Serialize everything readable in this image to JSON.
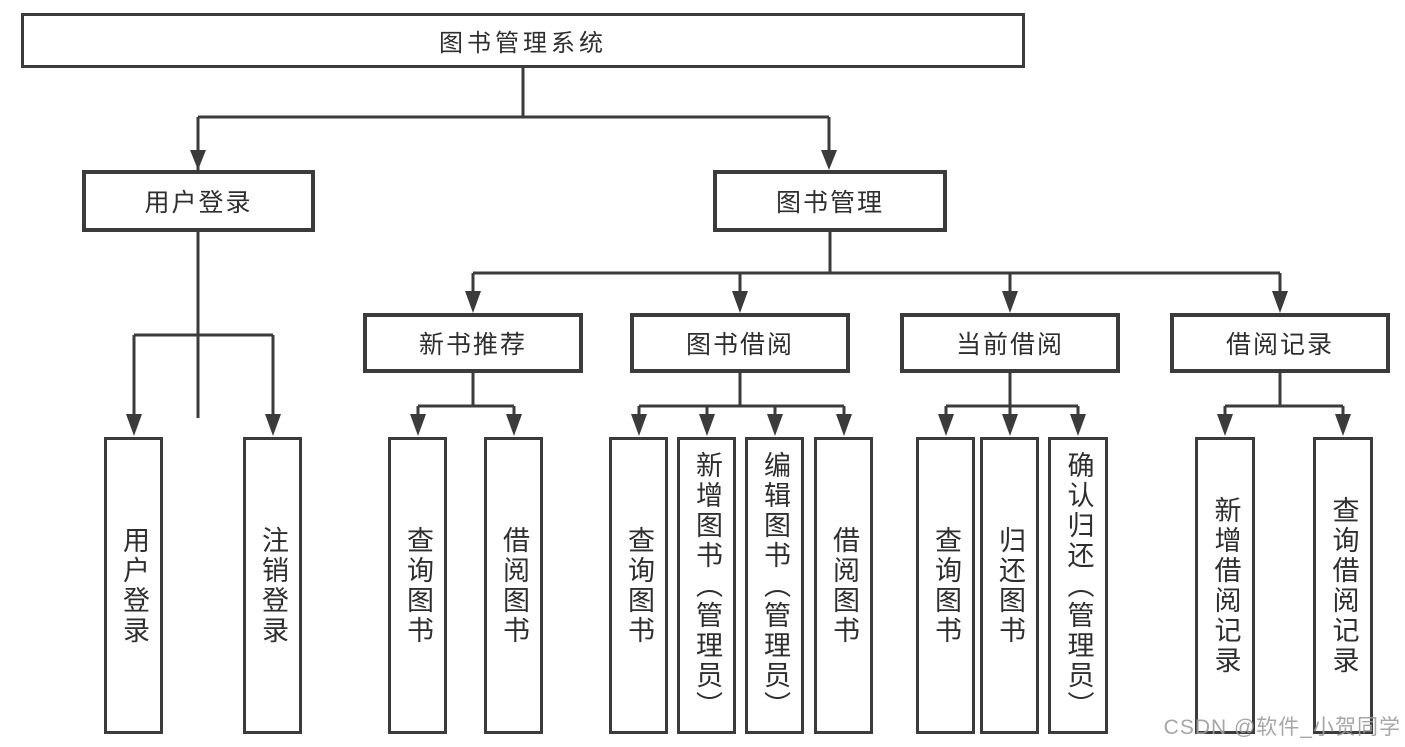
{
  "diagram_title": "图书管理系统",
  "tree": {
    "label": "图书管理系统",
    "children": [
      {
        "label": "用户登录",
        "children": [
          {
            "label": "用户登录"
          },
          {
            "label": "注销登录"
          }
        ]
      },
      {
        "label": "图书管理",
        "children": [
          {
            "label": "新书推荐",
            "children": [
              {
                "label": "查询图书"
              },
              {
                "label": "借阅图书"
              }
            ]
          },
          {
            "label": "图书借阅",
            "children": [
              {
                "label": "查询图书"
              },
              {
                "label": "新增图书（管理员）"
              },
              {
                "label": "编辑图书（管理员）"
              },
              {
                "label": "借阅图书"
              }
            ]
          },
          {
            "label": "当前借阅",
            "children": [
              {
                "label": "查询图书"
              },
              {
                "label": "归还图书"
              },
              {
                "label": "确认归还（管理员）"
              }
            ]
          },
          {
            "label": "借阅记录",
            "children": [
              {
                "label": "新增借阅记录"
              },
              {
                "label": "查询借阅记录"
              }
            ]
          }
        ]
      }
    ]
  },
  "watermark": "CSDN @软件_小贺同学",
  "colors": {
    "line": "#3b3b3b",
    "text": "#2e2e2e",
    "watermark": "#9e9e9e",
    "background": "#ffffff"
  }
}
